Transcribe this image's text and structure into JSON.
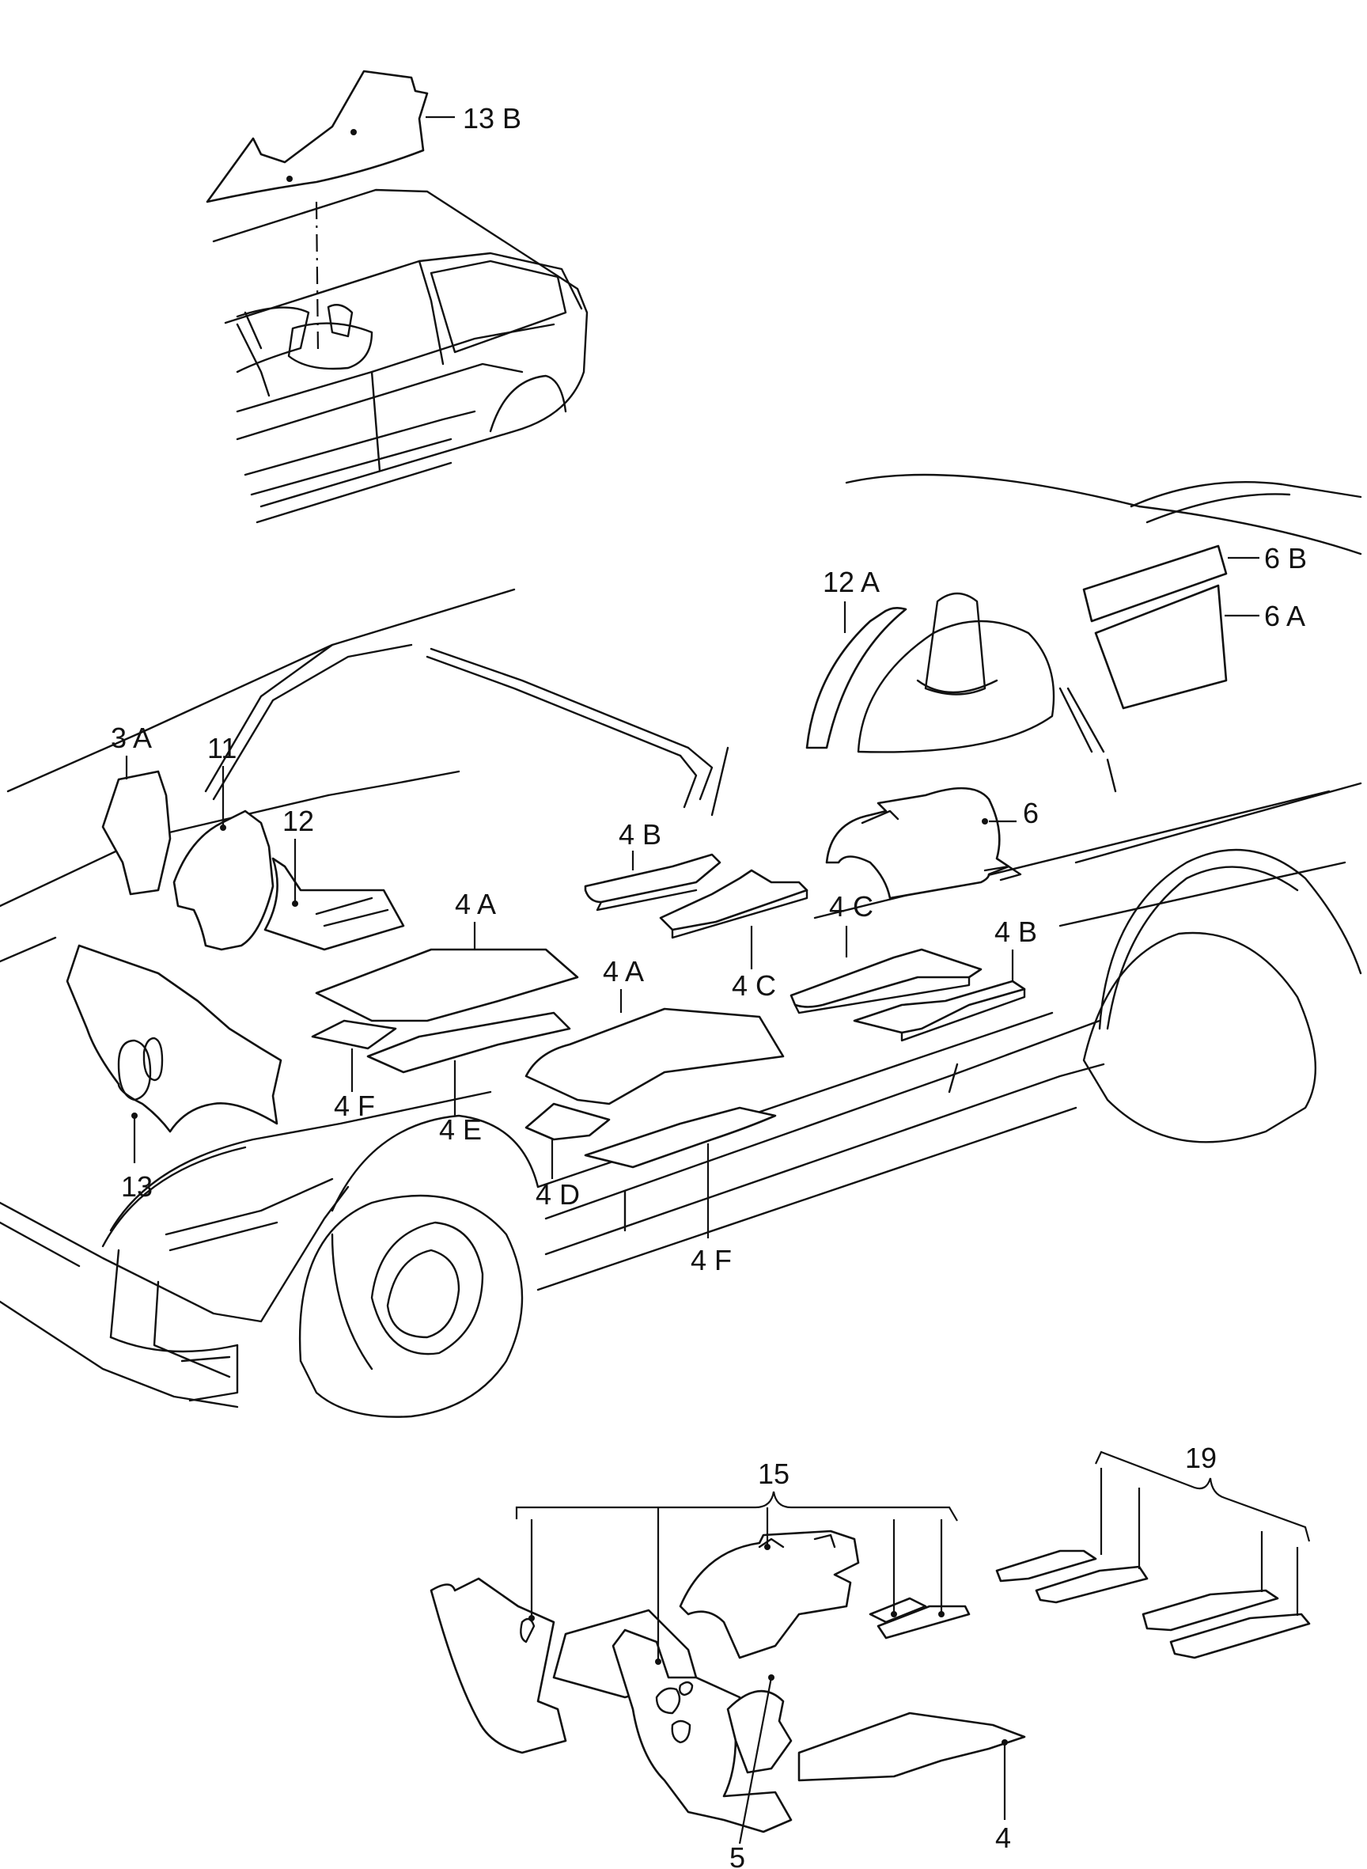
{
  "labels": {
    "l_13b": "13 B",
    "l_12a": "12 A",
    "l_6b": "6 B",
    "l_6a": "6 A",
    "l_3a": "3 A",
    "l_11": "11",
    "l_12": "12",
    "l_6": "6",
    "l_4b_left": "4 B",
    "l_4a_left": "4 A",
    "l_4c_right": "4 C",
    "l_4b_right": "4 B",
    "l_4c_low": "4 C",
    "l_4a_mid": "4 A",
    "l_4f_left": "4 F",
    "l_4e": "4 E",
    "l_13": "13",
    "l_4d": "4 D",
    "l_4f_mid": "4 F",
    "l_15": "15",
    "l_19": "19",
    "l_4": "4",
    "l_5": "5"
  },
  "colors": {
    "line": "#111111",
    "paper": "#ffffff"
  }
}
